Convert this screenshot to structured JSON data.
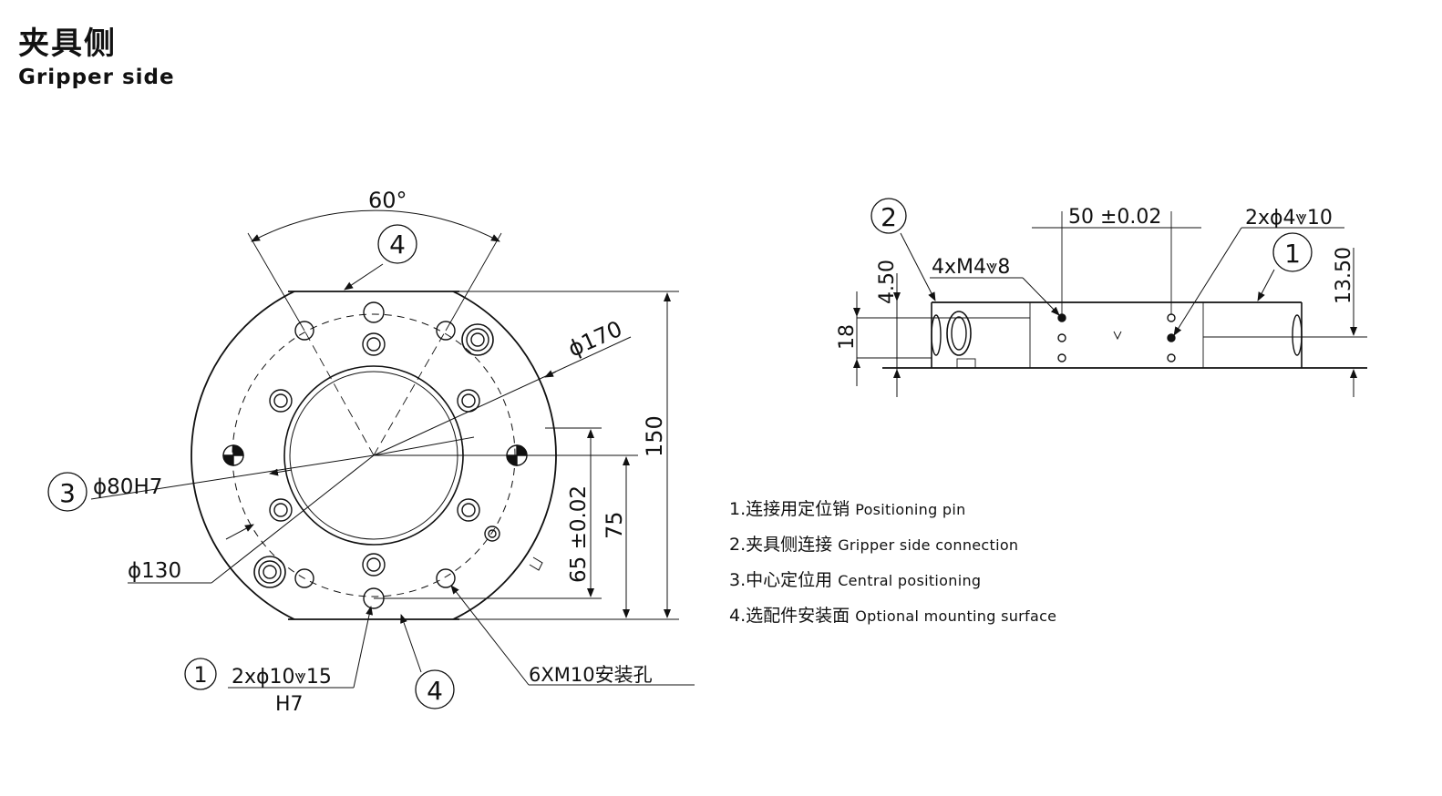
{
  "header": {
    "title_cn": "夹具侧",
    "title_en": "Gripper side"
  },
  "front_view": {
    "angle": "60°",
    "callout_4": "4",
    "callout_3": "3",
    "callout_1": "1",
    "dia_170": "ϕ170",
    "dia_80": "ϕ80H7",
    "dia_130": "ϕ130",
    "dim_150": "150",
    "dim_75": "75",
    "dim_65": "65 ±0.02",
    "pin_spec": "2xϕ10⩔15",
    "pin_fit": "H7",
    "hole_spec": "6XM10安装孔"
  },
  "side_view": {
    "callout_2": "2",
    "callout_1": "1",
    "dim_50": "50 ±0.02",
    "pin_spec": "2xϕ4⩔10",
    "thread_spec": "4xM4⩔8",
    "dim_450": "4.50",
    "dim_18": "18",
    "dim_1350": "13.50"
  },
  "legend": [
    {
      "cn": "1.连接用定位销",
      "en": "Positioning pin"
    },
    {
      "cn": "2.夹具侧连接",
      "en": "Gripper side connection"
    },
    {
      "cn": "3.中心定位用",
      "en": "Central positioning"
    },
    {
      "cn": "4.选配件安装面",
      "en": "Optional mounting surface"
    }
  ]
}
